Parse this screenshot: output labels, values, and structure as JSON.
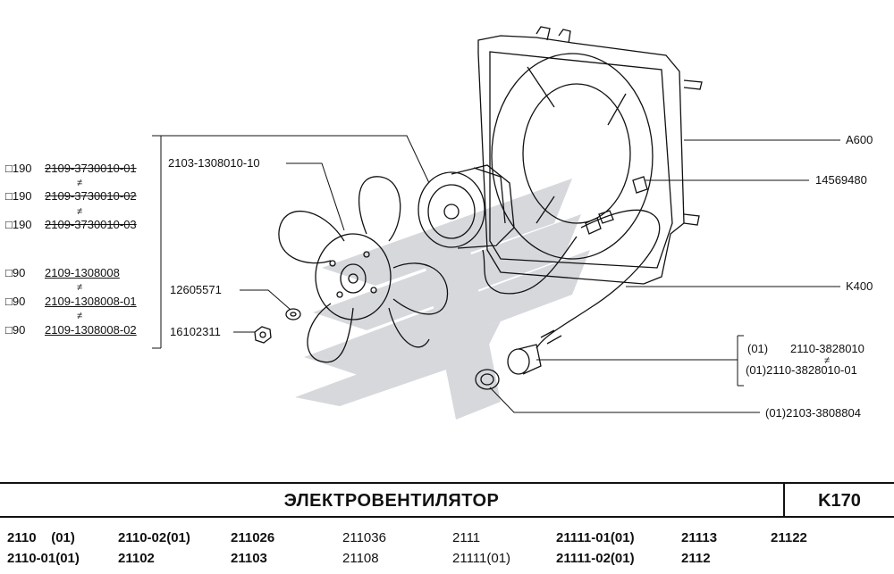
{
  "left_labels": {
    "prefix_a": "□190",
    "prefix_b": "□90",
    "neq": "≠",
    "set_a": [
      "2109-3730010-01",
      "2109-3730010-02",
      "2109-3730010-03"
    ],
    "set_b": [
      "2109-1308008",
      "2109-1308008-01",
      "2109-1308008-02"
    ]
  },
  "callouts": {
    "fan": "2103-1308010-10",
    "washer": "12605571",
    "nut": "16102311",
    "shroud": "A600",
    "clip": "14569480",
    "harness": "K400",
    "switch_a_prefix": "(01)",
    "switch_a": "2110-3828010",
    "switch_neq": "≠",
    "switch_b": "(01)2110-3828010-01",
    "seal": "(01)2103-3808804"
  },
  "title": {
    "name": "ЭЛЕКТРОВЕНТИЛЯТОР",
    "code": "K170"
  },
  "models": {
    "row1": [
      "2110    (01)",
      "2110-02(01)",
      "211026",
      "211036",
      "2111",
      "21111-01(01)",
      "21113",
      "21122"
    ],
    "row2": [
      "2110-01(01)",
      "21102",
      "21103",
      "21108",
      "21111(01)",
      "21111-02(01)",
      "2112"
    ]
  },
  "colors": {
    "ink": "#111111",
    "watermark": "#c9ccd1"
  }
}
